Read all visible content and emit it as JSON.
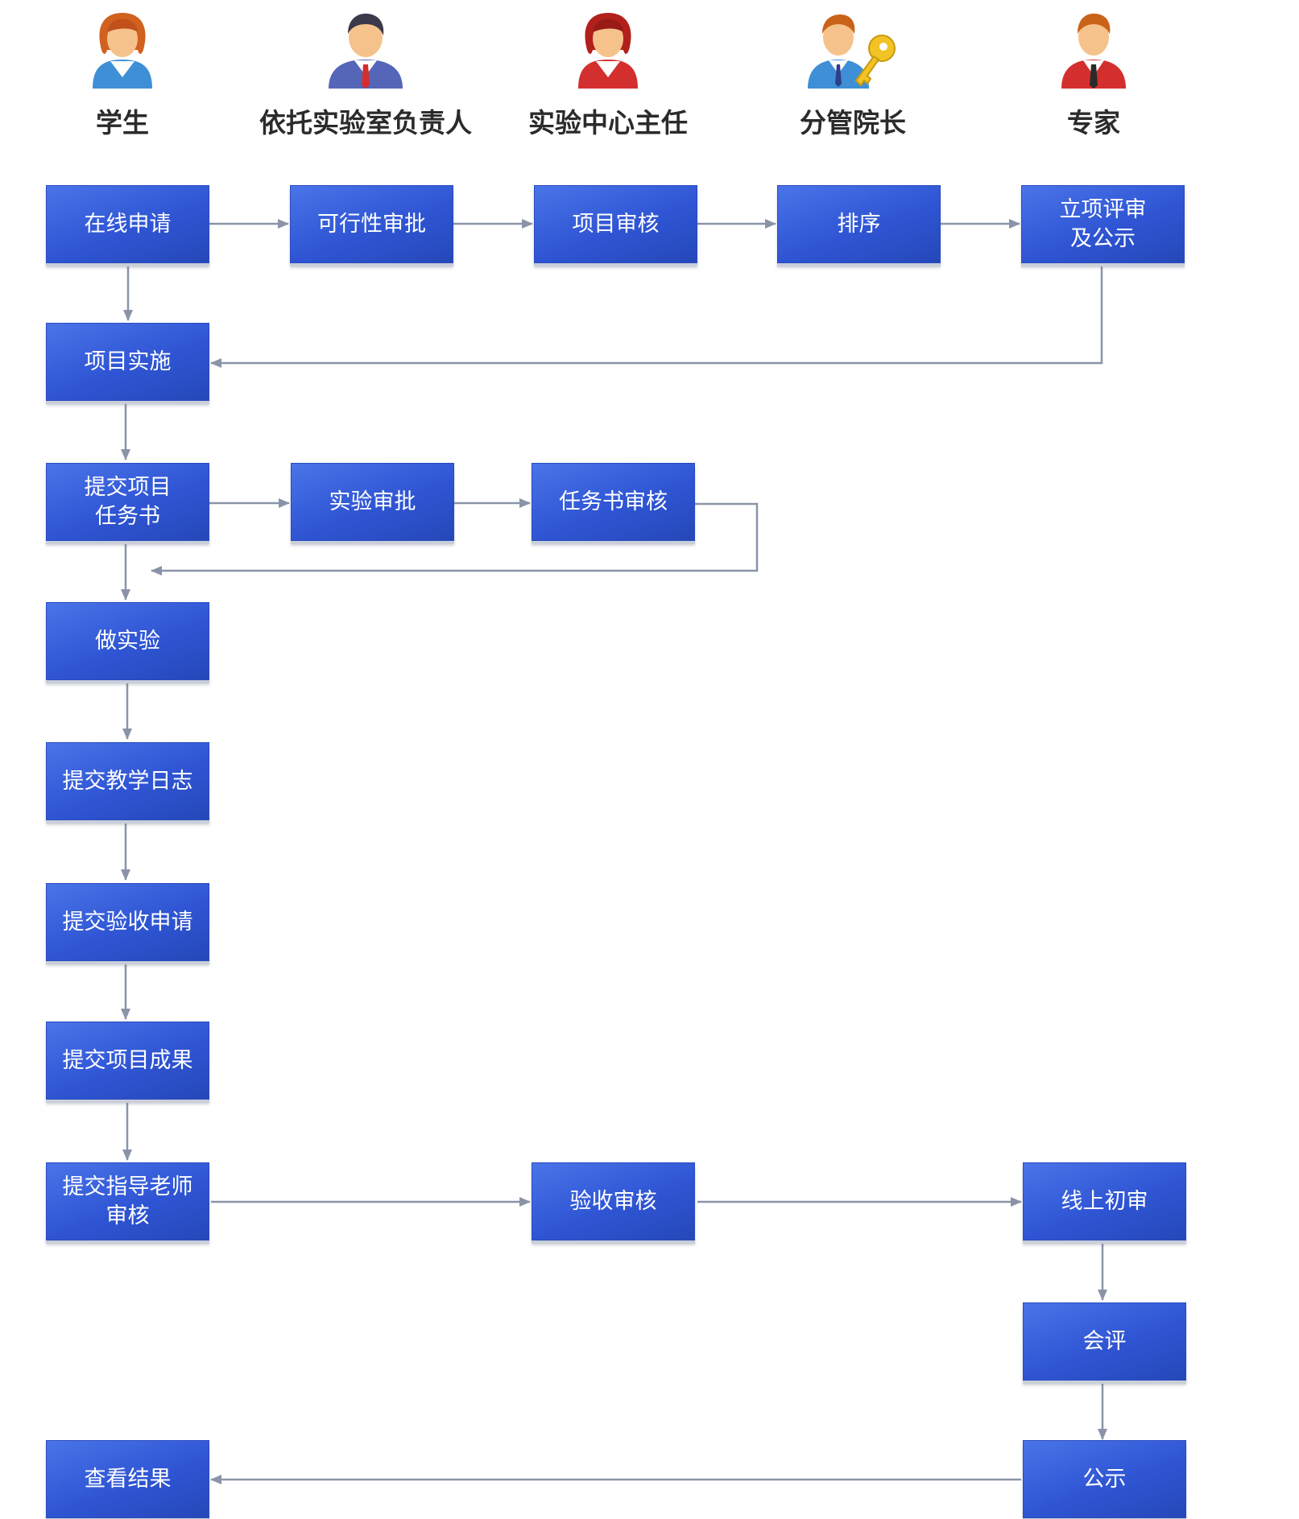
{
  "roles": [
    {
      "id": "student",
      "label": "学生",
      "icon": "female-user-blue-icon",
      "color": "#3f8fd6"
    },
    {
      "id": "lab_head",
      "label": "依托实验室负责人",
      "icon": "male-user-suit-icon",
      "color": "#5566b8"
    },
    {
      "id": "center_director",
      "label": "实验中心主任",
      "icon": "female-user-red-icon",
      "color": "#d42f2f"
    },
    {
      "id": "dean",
      "label": "分管院长",
      "icon": "user-key-icon",
      "color": "#3f8fd6"
    },
    {
      "id": "expert",
      "label": "专家",
      "icon": "male-user-red-icon",
      "color": "#d42f2f"
    }
  ],
  "steps": {
    "apply_online": "在线申请",
    "feasibility": "可行性审批",
    "project_review": "项目审核",
    "ranking": "排序",
    "approval_publicity": "立项评审\n及公示",
    "implementation": "项目实施",
    "submit_task": "提交项目\n任务书",
    "experiment_approval": "实验审批",
    "task_review": "任务书审核",
    "do_experiment": "做实验",
    "teaching_log": "提交教学日志",
    "acceptance_apply": "提交验收申请",
    "project_results": "提交项目成果",
    "advisor_review": "提交指导老师\n审核",
    "acceptance_review": "验收审核",
    "online_review": "线上初审",
    "meeting_review": "会评",
    "publicity": "公示",
    "view_results": "查看结果"
  },
  "colors": {
    "box_top": "#4a74e8",
    "box_bottom": "#2548b8",
    "arrow": "#8a94a8",
    "role_text": "#2b2b2b"
  }
}
